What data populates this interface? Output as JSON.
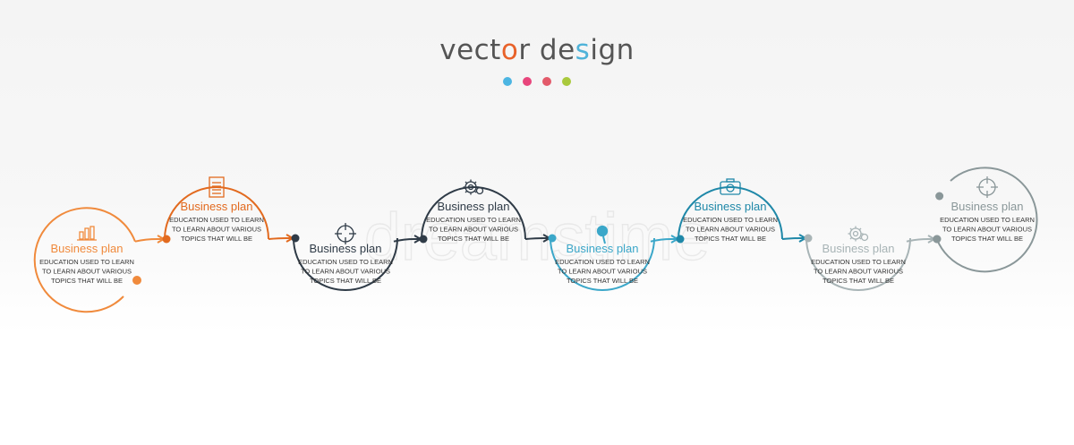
{
  "header": {
    "title_part1": "vect",
    "title_o": "o",
    "title_part2": "r de",
    "title_s": "s",
    "title_part3": "ign"
  },
  "dots": [
    {
      "color": "#4cb5e2"
    },
    {
      "color": "#e8467c"
    },
    {
      "color": "#e35a6a"
    },
    {
      "color": "#a9c93c"
    }
  ],
  "watermark": "dreamstime",
  "steps": [
    {
      "title": "Business plan",
      "lines": [
        "EDUCATION USED TO LEARN",
        "TO LEARN ABOUT VARIOUS",
        "TOPICS THAT WILL BE"
      ],
      "color": "#f08a3c",
      "icon": "bar-chart-icon"
    },
    {
      "title": "Business plan",
      "lines": [
        "EDUCATION USED TO LEARN",
        "TO LEARN ABOUT VARIOUS",
        "TOPICS THAT WILL BE"
      ],
      "color": "#e26a1f",
      "icon": "document-icon"
    },
    {
      "title": "Business plan",
      "lines": [
        "EDUCATION USED TO LEARN",
        "TO LEARN ABOUT VARIOUS",
        "TOPICS THAT WILL BE"
      ],
      "color": "#2f3b47",
      "icon": "target-icon"
    },
    {
      "title": "Business plan",
      "lines": [
        "EDUCATION USED TO LEARN",
        "TO LEARN ABOUT VARIOUS",
        "TOPICS THAT WILL BE"
      ],
      "color": "#2f3b47",
      "icon": "gears-icon"
    },
    {
      "title": "Business plan",
      "lines": [
        "EDUCATION USED TO LEARN",
        "TO LEARN ABOUT VARIOUS",
        "TOPICS THAT WILL BE"
      ],
      "color": "#3ba7c9",
      "icon": "search-icon"
    },
    {
      "title": "Business plan",
      "lines": [
        "EDUCATION USED TO LEARN",
        "TO LEARN ABOUT VARIOUS",
        "TOPICS THAT WILL BE"
      ],
      "color": "#1f88a8",
      "icon": "camera-icon"
    },
    {
      "title": "Business plan",
      "lines": [
        "EDUCATION USED TO LEARN",
        "TO LEARN ABOUT VARIOUS",
        "TOPICS THAT WILL BE"
      ],
      "color": "#a8b4b6",
      "icon": "gears-icon"
    },
    {
      "title": "Business plan",
      "lines": [
        "EDUCATION USED TO LEARN",
        "TO LEARN ABOUT VARIOUS",
        "TOPICS THAT WILL BE"
      ],
      "color": "#8a9799",
      "icon": "target-icon"
    }
  ]
}
